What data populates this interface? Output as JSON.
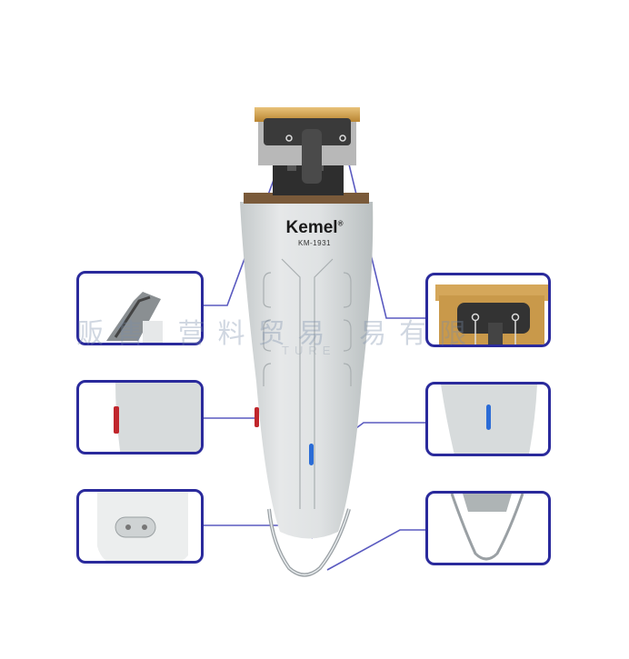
{
  "product": {
    "brand": "Kemel",
    "brand_mark": "®",
    "model": "KM-1931",
    "type": "hair-trimmer-product-diagram"
  },
  "watermark": {
    "text": "贩售    营料贸易   易有限",
    "latin": "TURE"
  },
  "callouts": [
    {
      "id": "blade-side-view",
      "position": "left-top"
    },
    {
      "id": "t-blade-closeup",
      "position": "right-top"
    },
    {
      "id": "power-switch",
      "position": "left-middle"
    },
    {
      "id": "blue-indicator-light",
      "position": "right-middle"
    },
    {
      "id": "charging-port",
      "position": "left-bottom"
    },
    {
      "id": "metal-stand",
      "position": "right-bottom"
    }
  ],
  "colors": {
    "callout_border": "#2a2a9c",
    "leader_line": "#5a5ac0",
    "body": "#d9dcdd",
    "blade_gold": "#c9994a",
    "blade_dark": "#3a3a3a",
    "indicator_blue": "#2b6cd6",
    "switch_red": "#c0262c",
    "background": "#ffffff"
  }
}
